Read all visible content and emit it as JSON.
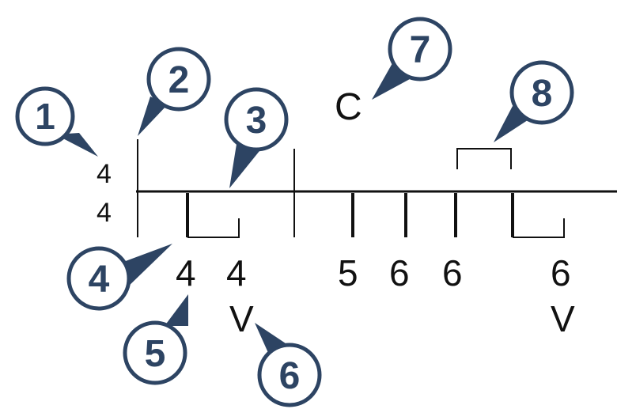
{
  "notation": {
    "time_signature_top": "4",
    "time_signature_bottom": "4",
    "chord_symbol": "C",
    "finger_labels": [
      "4",
      "4",
      "5",
      "6",
      "6",
      "6"
    ],
    "voice_markers": [
      "V",
      "V"
    ]
  },
  "callouts": [
    "1",
    "2",
    "3",
    "4",
    "5",
    "6",
    "7",
    "8"
  ],
  "colors": {
    "callout": "#2d4463",
    "ink": "#111111",
    "background": "#ffffff"
  }
}
